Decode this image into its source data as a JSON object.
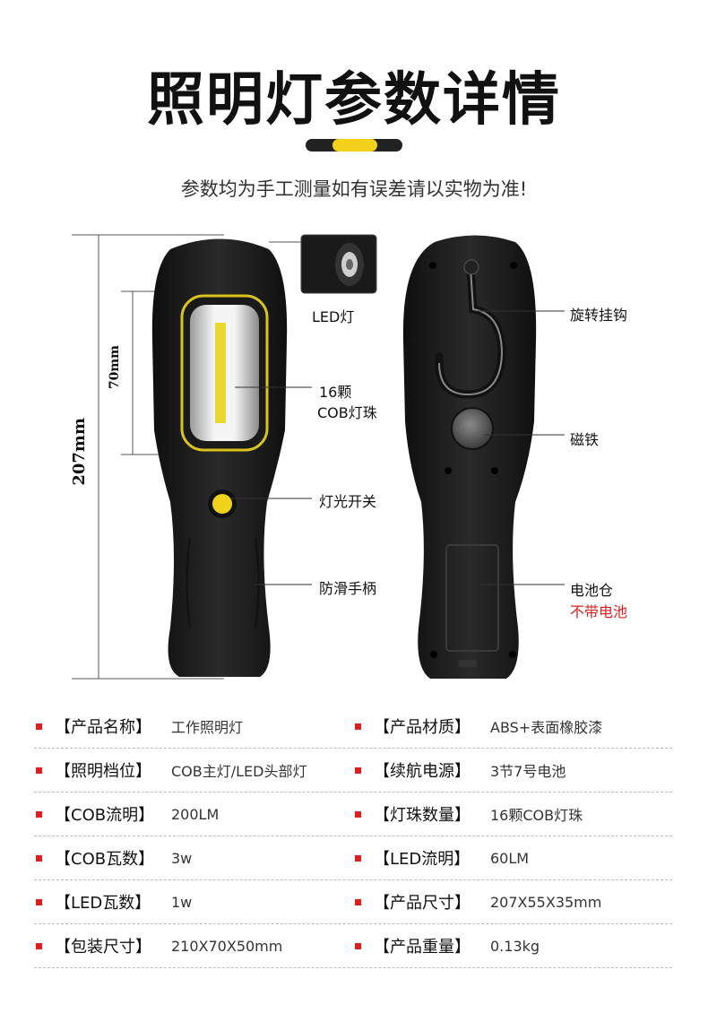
{
  "header": {
    "title": "照明灯参数详情",
    "subtitle": "参数均为手工测量如有误差请以实物为准!"
  },
  "diagram": {
    "total_length": "207mm",
    "panel_length": "70mm",
    "labels": {
      "led_light": "LED灯",
      "cob_line1": "16颗",
      "cob_line2": "COB灯珠",
      "switch": "灯光开关",
      "grip": "防滑手柄",
      "hook": "旋转挂钩",
      "magnet": "磁铁",
      "battery": "电池仓",
      "no_battery": "不带电池"
    }
  },
  "specs": [
    [
      {
        "key": "【产品名称】",
        "value": "工作照明灯"
      },
      {
        "key": "【产品材质】",
        "value": "ABS+表面橡胶漆"
      }
    ],
    [
      {
        "key": "【照明档位】",
        "value": "COB主灯/LED头部灯"
      },
      {
        "key": "【续航电源】",
        "value": "3节7号电池"
      }
    ],
    [
      {
        "key": "【COB流明】",
        "value": "200LM"
      },
      {
        "key": "【灯珠数量】",
        "value": "16颗COB灯珠"
      }
    ],
    [
      {
        "key": "【COB瓦数】",
        "value": "3w"
      },
      {
        "key": "【LED流明】",
        "value": "60LM"
      }
    ],
    [
      {
        "key": "【LED瓦数】",
        "value": "1w"
      },
      {
        "key": "【产品尺寸】",
        "value": "207X55X35mm"
      }
    ],
    [
      {
        "key": "【包装尺寸】",
        "value": "210X70X50mm"
      },
      {
        "key": "【产品重量】",
        "value": "0.13kg"
      }
    ]
  ],
  "colors": {
    "accent_yellow": "#f3d11a",
    "bullet_red": "#e41b1b",
    "body_black": "#1c1c1c"
  }
}
